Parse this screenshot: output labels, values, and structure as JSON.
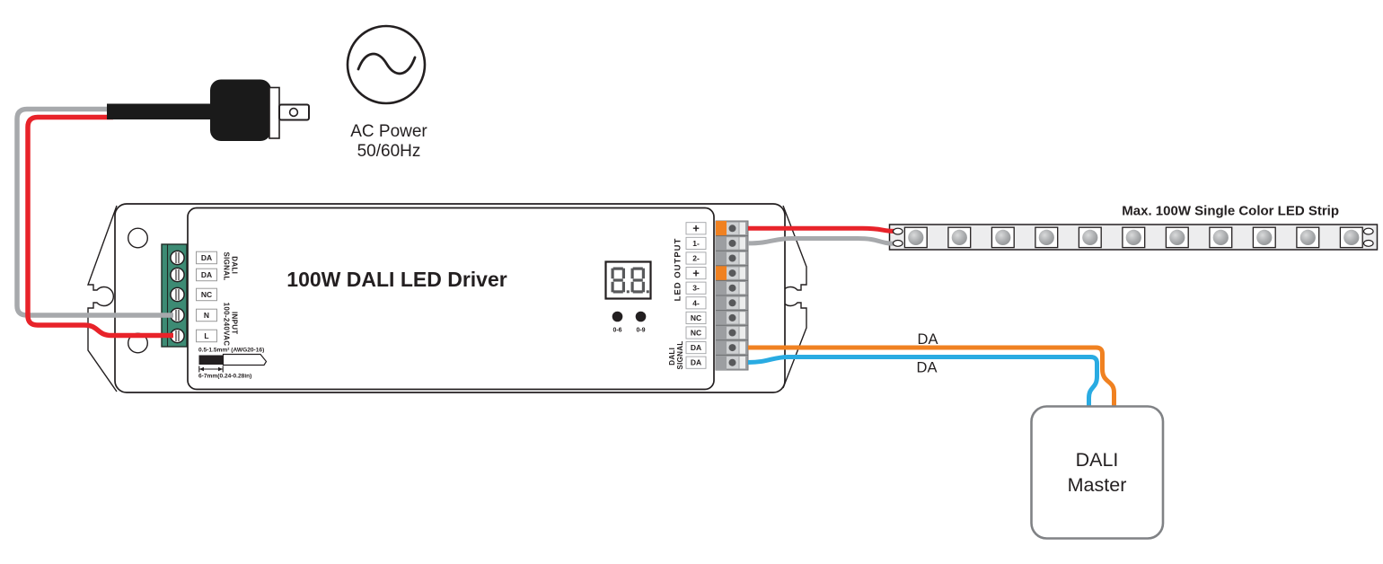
{
  "ac_power": {
    "line1": "AC Power",
    "line2": "50/60Hz"
  },
  "driver": {
    "title": "100W DALI LED Driver",
    "input": {
      "terminals": [
        "DA",
        "DA",
        "NC",
        "N",
        "L"
      ],
      "dali_label": {
        "line1": "DALI",
        "line2": "SIGNAL"
      },
      "power_label": {
        "line1": "INPUT",
        "line2": "100-240VAC"
      },
      "wire_spec": "0.5-1.5mm² (AWG20-16)",
      "strip_length_spec": "6-7mm(0.24-0.28in)"
    },
    "display": {
      "digits": "8.8.",
      "buttons": [
        "0-6",
        "0-9"
      ]
    },
    "output": {
      "terminals": [
        "+",
        "1-",
        "2-",
        "+",
        "3-",
        "4-",
        "NC",
        "NC",
        "DA",
        "DA"
      ],
      "led_output_label": "LED OUTPUT",
      "dali_label": {
        "line1": "DALI",
        "line2": "SIGNAL"
      },
      "orange_terminal_rows": [
        0,
        3
      ]
    }
  },
  "led_strip": {
    "label": "Max. 100W Single Color LED Strip",
    "led_count": 11
  },
  "bus": {
    "wire1_label": "DA",
    "wire2_label": "DA"
  },
  "dali_master": {
    "line1": "DALI",
    "line2": "Master"
  },
  "colors": {
    "wire_red": "#e8232a",
    "wire_gray": "#a7a9ac",
    "wire_orange": "#f08121",
    "wire_blue": "#29abe2",
    "terminal_green": "#3d8b74",
    "terminal_gray": "#9c9ea1",
    "terminal_light": "#ced0d2",
    "terminal_dot": "#58595b",
    "terminal_orange": "#f08121",
    "strip_fill": "#ededee",
    "display_segment": "#58595b",
    "master_border": "#808285",
    "outline": "#231f20"
  }
}
